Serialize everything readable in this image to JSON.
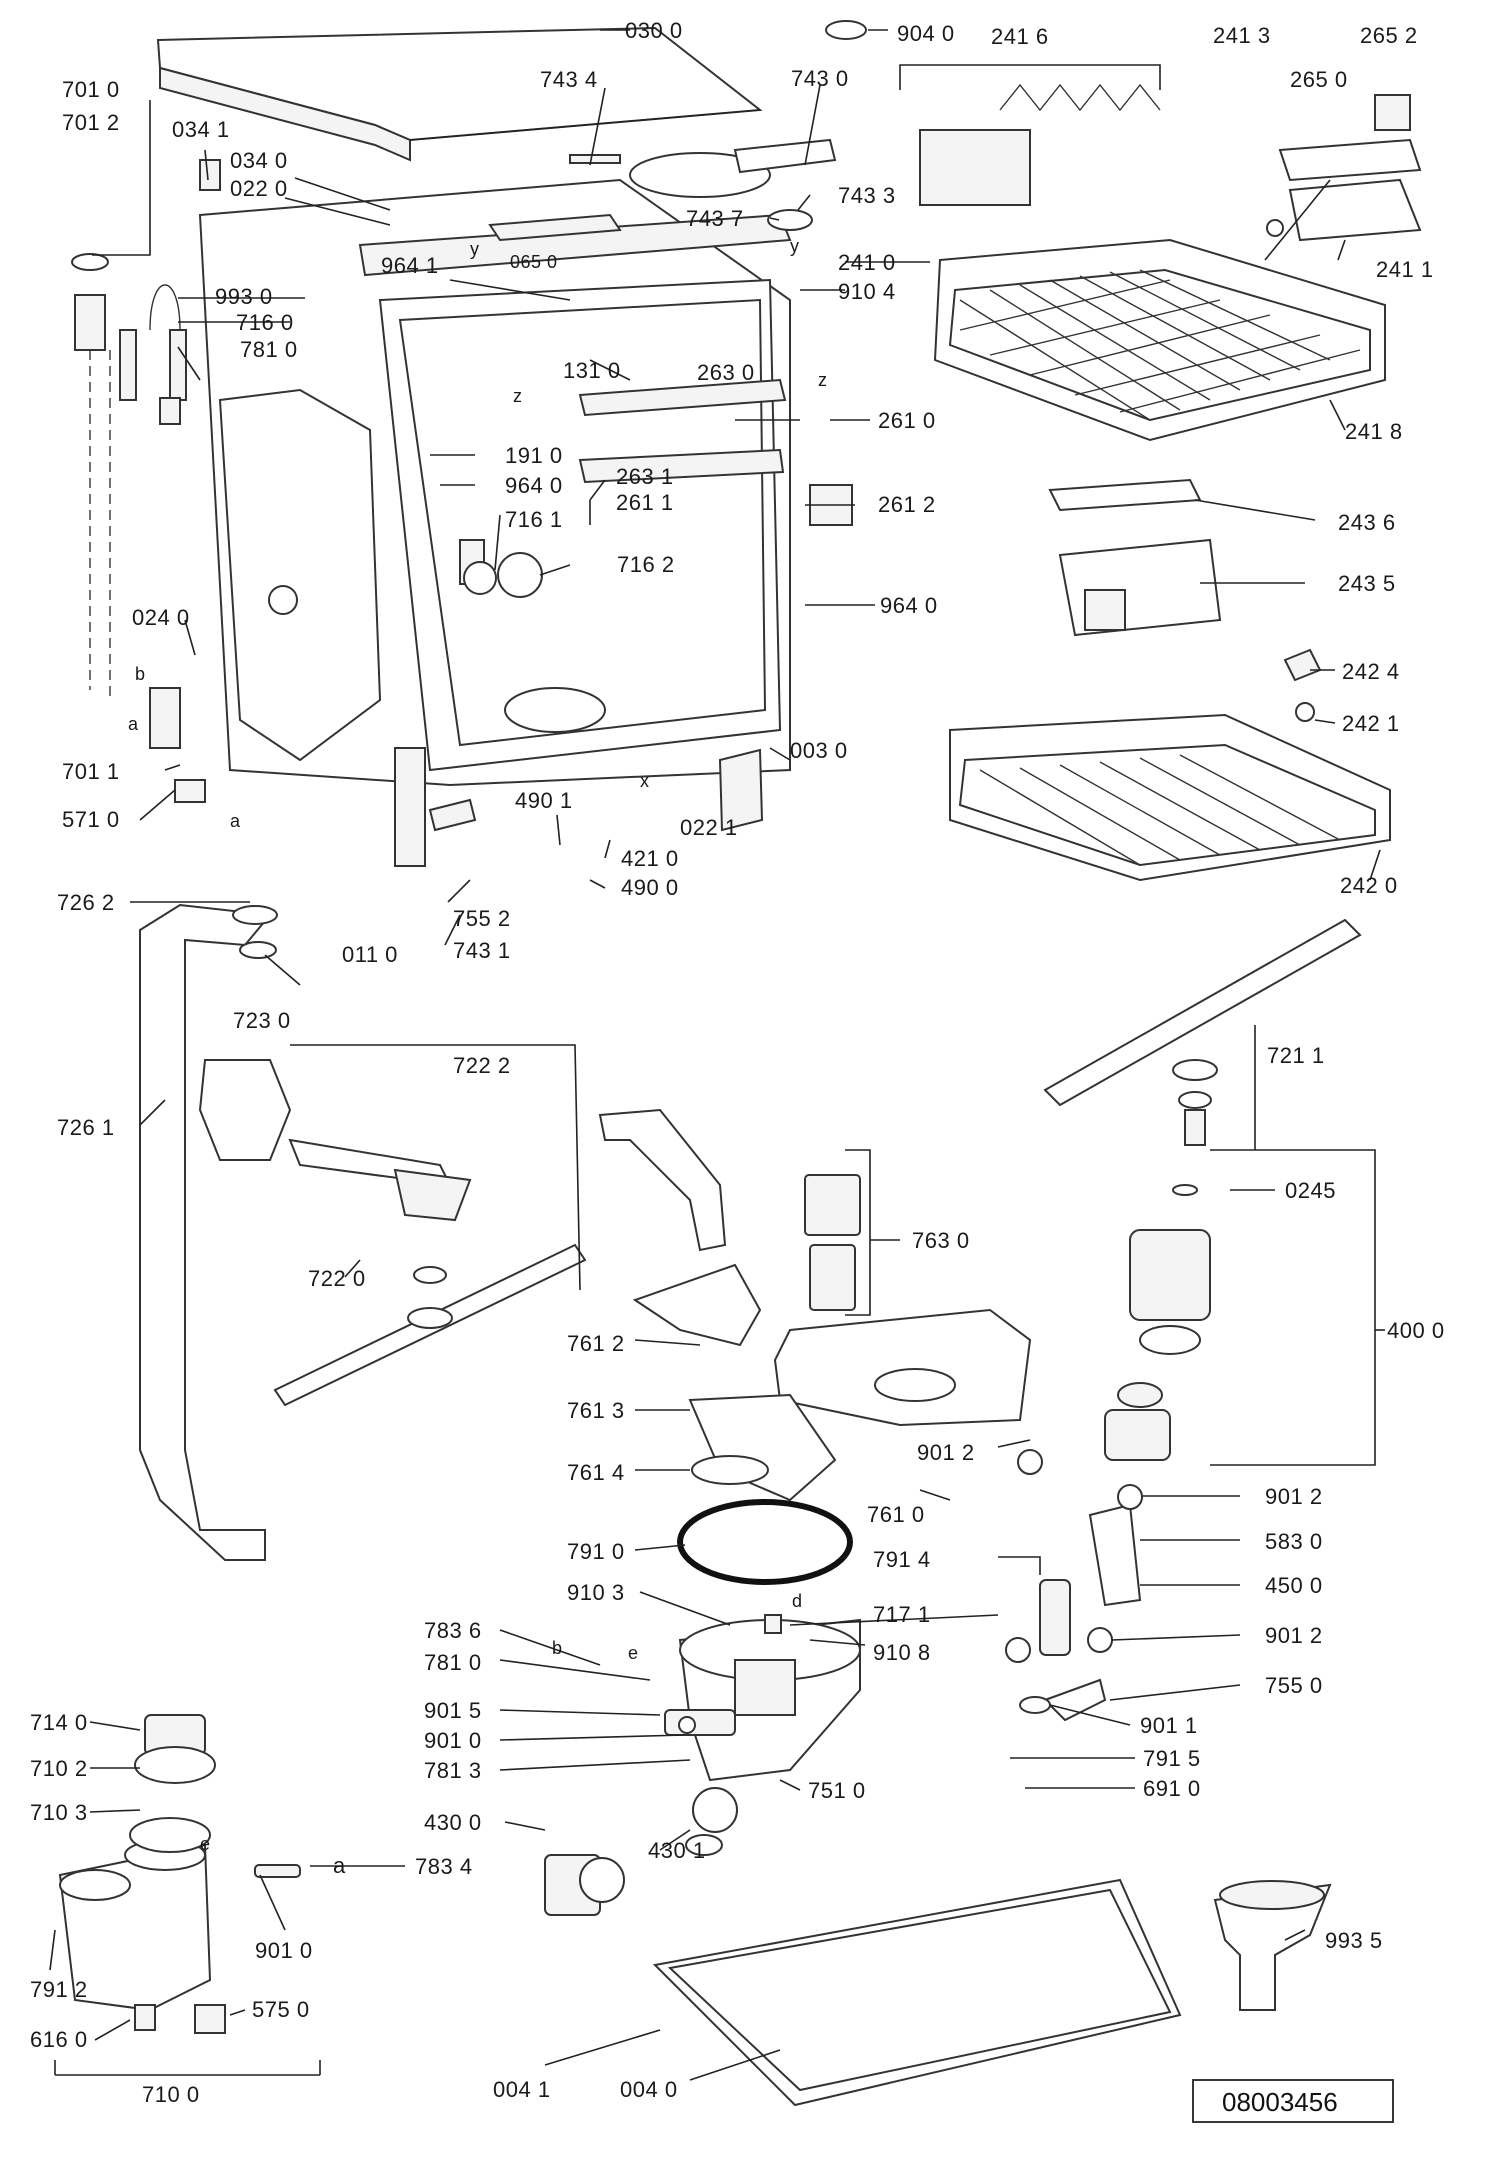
{
  "diagram": {
    "reference_number": "08003456",
    "labels": {
      "p0300": "030 0",
      "p9040": "904 0",
      "p2416": "241 6",
      "p2413": "241 3",
      "p2652": "265 2",
      "p7010": "701 0",
      "p7434": "743 4",
      "p7430": "743 0",
      "p2650": "265 0",
      "p7012": "701 2",
      "p0341": "034 1",
      "p0340": "034 0",
      "p0220": "022 0",
      "p7433": "743 3",
      "p7437": "743 7",
      "p0650": "065 0",
      "p2410": "241 0",
      "p2411": "241 1",
      "p9641": "964 1",
      "p9104": "910 4",
      "p9930": "993 0",
      "p7160": "716 0",
      "p7810": "781 0",
      "p1310": "131 0",
      "p2630": "263 0",
      "p2610": "261 0",
      "p2418": "241 8",
      "p1910": "191 0",
      "p2631": "263 1",
      "p9640a": "964 0",
      "p2611": "261 1",
      "p2612": "261 2",
      "p2436": "243 6",
      "p7161": "716 1",
      "p7162": "716 2",
      "p2435": "243 5",
      "p0240": "024 0",
      "p9640b": "964 0",
      "p2424": "242 4",
      "p2421": "242 1",
      "p7011": "701 1",
      "p0030": "003 0",
      "p5710": "571 0",
      "p4901": "490 1",
      "p0221": "022 1",
      "p4210": "421 0",
      "p4900": "490 0",
      "p2420": "242 0",
      "p7262": "726 2",
      "p7552": "755 2",
      "p0110": "011 0",
      "p7431": "743 1",
      "p7230": "723 0",
      "p7222": "722 2",
      "p7211": "721 1",
      "p7261": "726 1",
      "p0245": "0245",
      "p7630": "763 0",
      "p7220": "722 0",
      "p4000": "400 0",
      "p7612": "761 2",
      "p7613": "761 3",
      "p9012a": "901 2",
      "p7614": "761 4",
      "p7610": "761 0",
      "p9012b": "901 2",
      "p7910": "791 0",
      "p7914": "791 4",
      "p5830": "583 0",
      "p4500": "450 0",
      "p9103": "910 3",
      "p7171": "717 1",
      "p9012c": "901 2",
      "p7836": "783 6",
      "p9108": "910 8",
      "p7810b": "781 0",
      "p7550": "755 0",
      "p9015": "901 5",
      "p9011": "901 1",
      "p9010a": "901 0",
      "p7915": "791 5",
      "p7813": "781 3",
      "p6910": "691 0",
      "p7510": "751 0",
      "p7140": "714 0",
      "p7102": "710 2",
      "p4300": "430 0",
      "p4301": "430 1",
      "p7103": "710 3",
      "p7834": "783 4",
      "p9010b": "901 0",
      "p7912": "791 2",
      "p5750": "575 0",
      "p6160": "616 0",
      "p7100": "710 0",
      "p9935": "993 5",
      "p0041": "004 1",
      "p0040": "004 0",
      "m_b1": "b",
      "m_a1": "a",
      "m_a2": "a",
      "m_x": "x",
      "m_z1": "z",
      "m_z2": "z",
      "m_y1": "y",
      "m_y2": "y",
      "m_b2": "b",
      "m_e1": "e",
      "m_e2": "e",
      "m_a3": "a",
      "m_d": "d"
    }
  }
}
